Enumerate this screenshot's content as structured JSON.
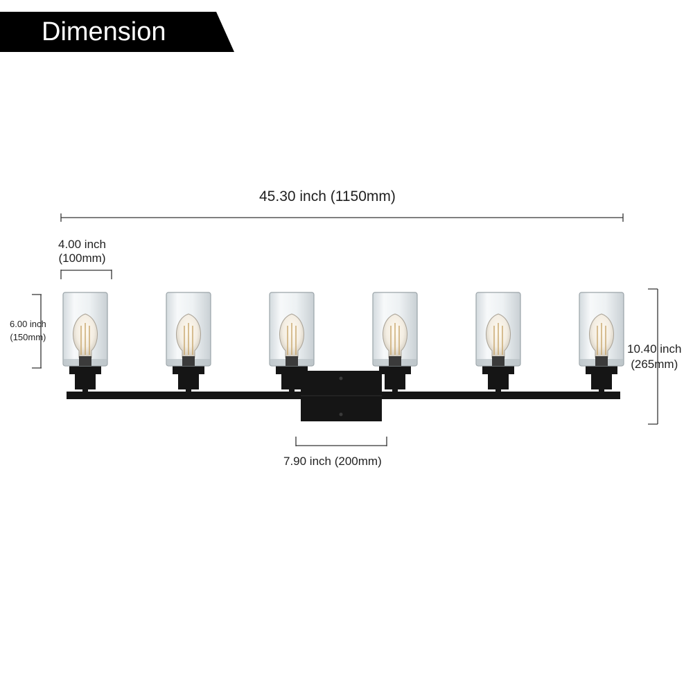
{
  "header": {
    "title": "Dimension",
    "bg_color": "#000000",
    "text_color": "#ffffff"
  },
  "dimensions": {
    "overall_width": "45.30 inch (1150mm)",
    "shade_width_inch": "4.00 inch",
    "shade_width_mm": "(100mm)",
    "shade_height_inch": "6.00 inch",
    "shade_height_mm": "(150mm)",
    "total_height_inch": "10.40 inch",
    "total_height_mm": "(265mm)",
    "backplate_width": "7.90 inch (200mm)"
  },
  "fixture": {
    "lights": 6,
    "finish_color": "#151515",
    "glass_color": "#e9eef1",
    "dimension_line_color": "#333333"
  }
}
